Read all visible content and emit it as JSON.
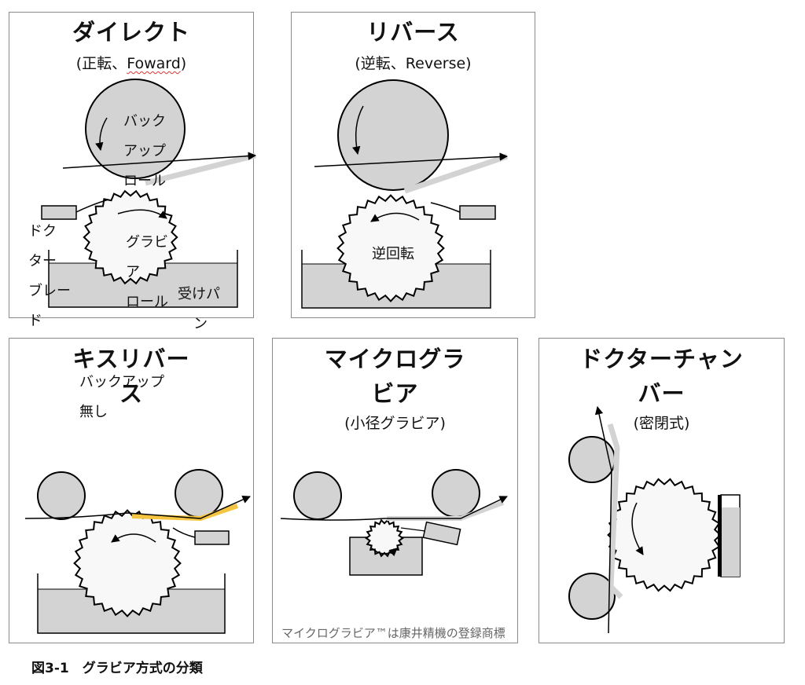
{
  "panels": {
    "direct": {
      "title": "ダイレクト",
      "subtitle_pre": "(正転、",
      "subtitle_word": "Foward",
      "subtitle_post": ")"
    },
    "reverse": {
      "title": "リバース",
      "subtitle": "(逆転、Reverse)"
    },
    "kiss": {
      "title_line1": "キスリバー",
      "title_line2": "ス"
    },
    "micro": {
      "title_line1": "マイクログラ",
      "title_line2": "ビア",
      "subtitle": "(小径グラビア)"
    },
    "chamber": {
      "title_line1": "ドクターチャン",
      "title_line2": "バー",
      "subtitle": "(密閉式)"
    }
  },
  "labels": {
    "backup_roll": [
      "バック",
      "アップ",
      "ロール"
    ],
    "gravure_roll": [
      "グラビ",
      "ア",
      "ロール"
    ],
    "doctor_blade": [
      "ドク",
      "ター",
      "ブレー",
      "ド"
    ],
    "pan": [
      "受けパ",
      "ン"
    ],
    "reverse_rotation": "逆回転",
    "no_backup": [
      "バックアップ",
      "無し"
    ]
  },
  "footnote": "マイクログラビア™は康井精機の登録商標",
  "caption": "図3-1　グラビア方式の分類",
  "colors": {
    "fill": "#d3d3d3",
    "stroke": "#000000",
    "panel_border": "#8a8a8a",
    "highlight": "#f5c542",
    "roll_white": "#f8f8f8"
  }
}
